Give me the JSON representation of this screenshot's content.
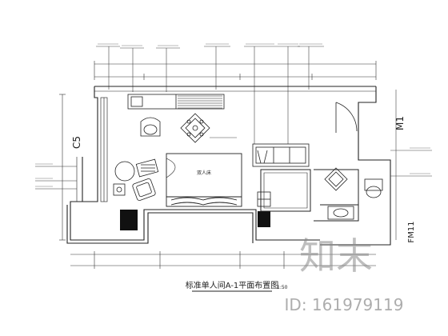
{
  "plan": {
    "title": "标准单人间A-1平面布置图",
    "scale": "1:50",
    "room_tags": {
      "c5": "C5",
      "m1": "M1",
      "fm11": "FM11"
    },
    "bed_label": "双人床",
    "leader_notes_top": [
      "",
      "",
      "",
      "",
      "",
      "",
      ""
    ],
    "leader_notes_left": [
      "",
      "",
      ""
    ],
    "leader_notes_right": [
      "",
      ""
    ],
    "dims_top_overall": "",
    "dims_bottom": [
      "",
      "",
      ""
    ]
  },
  "watermark": {
    "logo_text": "知末",
    "id_text": "ID: 161979119"
  }
}
